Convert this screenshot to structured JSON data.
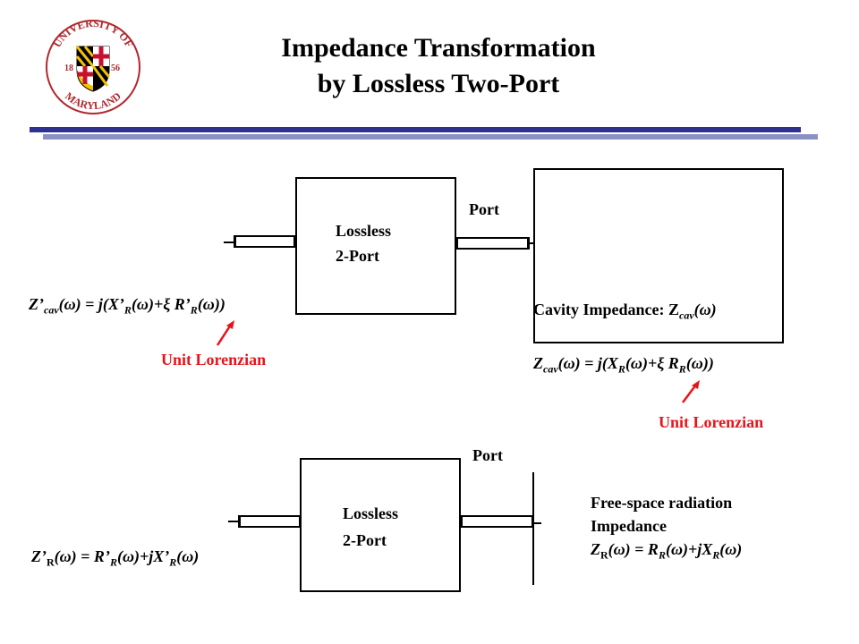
{
  "logo": {
    "text_top": "UNIVERSITY OF",
    "text_bottom": "MARYLAND",
    "year_left": "18",
    "year_right": "56"
  },
  "title": {
    "line1": "Impedance Transformation",
    "line2": "by Lossless Two-Port"
  },
  "colors": {
    "rule_dark": "#2e3192",
    "rule_light": "#8c91c4",
    "accent_red": "#e8141c"
  },
  "top_diagram": {
    "twoport_line1": "Lossless",
    "twoport_line2": "2-Port",
    "port_label": "Port",
    "cavity_label": "Cavity Impedance: Z",
    "cavity_sub": "cav",
    "cavity_suffix": "(ω)",
    "left_formula": {
      "a": "Z’",
      "a_sub": "cav",
      "b": "(ω) = j(X’",
      "b_sub": "R",
      "c": "(ω)+ξ R’",
      "c_sub": "R",
      "d": "(ω))"
    },
    "right_formula": {
      "a": "Z",
      "a_sub": "cav",
      "b": "(ω) = j(X",
      "b_sub": "R",
      "c": "(ω)+ξ R",
      "c_sub": "R",
      "d": "(ω))"
    },
    "unit_left": "Unit Lorenzian",
    "unit_right": "Unit Lorenzian"
  },
  "bottom_diagram": {
    "twoport_line1": "Lossless",
    "twoport_line2": "2-Port",
    "port_label": "Port",
    "left_formula": {
      "a": "Z’",
      "a_sub": "R",
      "b": "(ω) = R’",
      "b_sub": "R",
      "c": "(ω)+jX’",
      "c_sub": "R",
      "d": "(ω)"
    },
    "rad_line1": "Free-space radiation",
    "rad_line2": "Impedance",
    "rad_formula": {
      "a": "Z",
      "a_sub": "R",
      "b": "(ω) = R",
      "b_sub": "R",
      "c": "(ω)+jX",
      "c_sub": "R",
      "d": "(ω)"
    }
  }
}
